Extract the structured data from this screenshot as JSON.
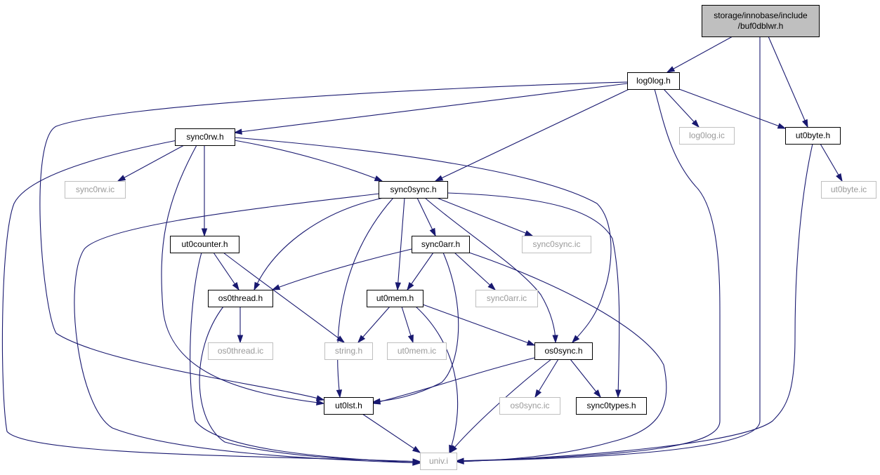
{
  "colors": {
    "edge": "#191970",
    "root_fill": "#bfbfbf",
    "node_fill": "#ffffff",
    "node_stroke": "#000000",
    "missing_stroke": "#bfbfbf",
    "missing_text": "#9a9a9a"
  },
  "nodes": [
    {
      "id": "buf0dblwr",
      "lines": [
        "storage/innobase/include",
        "/buf0dblwr.h"
      ],
      "style": "root"
    },
    {
      "id": "log0log_h",
      "lines": [
        "log0log.h"
      ],
      "style": "normal"
    },
    {
      "id": "sync0rw_h",
      "lines": [
        "sync0rw.h"
      ],
      "style": "normal"
    },
    {
      "id": "log0log_ic",
      "lines": [
        "log0log.ic"
      ],
      "style": "missing"
    },
    {
      "id": "ut0byte_h",
      "lines": [
        "ut0byte.h"
      ],
      "style": "normal"
    },
    {
      "id": "sync0rw_ic",
      "lines": [
        "sync0rw.ic"
      ],
      "style": "missing"
    },
    {
      "id": "sync0sync_h",
      "lines": [
        "sync0sync.h"
      ],
      "style": "normal"
    },
    {
      "id": "ut0byte_ic",
      "lines": [
        "ut0byte.ic"
      ],
      "style": "missing"
    },
    {
      "id": "ut0counter_h",
      "lines": [
        "ut0counter.h"
      ],
      "style": "normal"
    },
    {
      "id": "sync0arr_h",
      "lines": [
        "sync0arr.h"
      ],
      "style": "normal"
    },
    {
      "id": "sync0sync_ic",
      "lines": [
        "sync0sync.ic"
      ],
      "style": "missing"
    },
    {
      "id": "os0thread_h",
      "lines": [
        "os0thread.h"
      ],
      "style": "normal"
    },
    {
      "id": "ut0mem_h",
      "lines": [
        "ut0mem.h"
      ],
      "style": "normal"
    },
    {
      "id": "sync0arr_ic",
      "lines": [
        "sync0arr.ic"
      ],
      "style": "missing"
    },
    {
      "id": "os0thread_ic",
      "lines": [
        "os0thread.ic"
      ],
      "style": "missing"
    },
    {
      "id": "string_h",
      "lines": [
        "string.h"
      ],
      "style": "missing"
    },
    {
      "id": "ut0mem_ic",
      "lines": [
        "ut0mem.ic"
      ],
      "style": "missing"
    },
    {
      "id": "os0sync_h",
      "lines": [
        "os0sync.h"
      ],
      "style": "normal"
    },
    {
      "id": "ut0lst_h",
      "lines": [
        "ut0lst.h"
      ],
      "style": "normal"
    },
    {
      "id": "os0sync_ic",
      "lines": [
        "os0sync.ic"
      ],
      "style": "missing"
    },
    {
      "id": "sync0types_h",
      "lines": [
        "sync0types.h"
      ],
      "style": "normal"
    },
    {
      "id": "univ_i",
      "lines": [
        "univ.i"
      ],
      "style": "missing"
    }
  ],
  "edges": [
    {
      "from": "buf0dblwr",
      "to": "log0log_h"
    },
    {
      "from": "buf0dblwr",
      "to": "univ_i"
    },
    {
      "from": "buf0dblwr",
      "to": "ut0byte_h"
    },
    {
      "from": "log0log_h",
      "to": "ut0lst_h"
    },
    {
      "from": "log0log_h",
      "to": "sync0rw_h"
    },
    {
      "from": "log0log_h",
      "to": "sync0sync_h"
    },
    {
      "from": "log0log_h",
      "to": "log0log_ic"
    },
    {
      "from": "log0log_h",
      "to": "ut0byte_h"
    },
    {
      "from": "log0log_h",
      "to": "univ_i"
    },
    {
      "from": "sync0rw_h",
      "to": "univ_i"
    },
    {
      "from": "sync0rw_h",
      "to": "sync0rw_ic"
    },
    {
      "from": "sync0rw_h",
      "to": "ut0counter_h"
    },
    {
      "from": "sync0rw_h",
      "to": "ut0lst_h"
    },
    {
      "from": "sync0rw_h",
      "to": "sync0sync_h"
    },
    {
      "from": "sync0rw_h",
      "to": "os0sync_h"
    },
    {
      "from": "ut0byte_h",
      "to": "ut0byte_ic"
    },
    {
      "from": "ut0byte_h",
      "to": "univ_i"
    },
    {
      "from": "sync0sync_h",
      "to": "univ_i"
    },
    {
      "from": "sync0sync_h",
      "to": "os0thread_h"
    },
    {
      "from": "sync0sync_h",
      "to": "ut0lst_h"
    },
    {
      "from": "sync0sync_h",
      "to": "ut0mem_h"
    },
    {
      "from": "sync0sync_h",
      "to": "sync0arr_h"
    },
    {
      "from": "sync0sync_h",
      "to": "os0sync_h"
    },
    {
      "from": "sync0sync_h",
      "to": "sync0sync_ic"
    },
    {
      "from": "sync0sync_h",
      "to": "sync0types_h"
    },
    {
      "from": "ut0counter_h",
      "to": "os0thread_h"
    },
    {
      "from": "ut0counter_h",
      "to": "string_h"
    },
    {
      "from": "ut0counter_h",
      "to": "univ_i"
    },
    {
      "from": "sync0arr_h",
      "to": "os0thread_h"
    },
    {
      "from": "sync0arr_h",
      "to": "ut0mem_h"
    },
    {
      "from": "sync0arr_h",
      "to": "sync0arr_ic"
    },
    {
      "from": "sync0arr_h",
      "to": "ut0lst_h"
    },
    {
      "from": "sync0arr_h",
      "to": "univ_i"
    },
    {
      "from": "os0thread_h",
      "to": "os0thread_ic"
    },
    {
      "from": "os0thread_h",
      "to": "univ_i"
    },
    {
      "from": "ut0mem_h",
      "to": "string_h"
    },
    {
      "from": "ut0mem_h",
      "to": "ut0mem_ic"
    },
    {
      "from": "ut0mem_h",
      "to": "os0sync_h"
    },
    {
      "from": "ut0mem_h",
      "to": "univ_i"
    },
    {
      "from": "os0sync_h",
      "to": "ut0lst_h"
    },
    {
      "from": "os0sync_h",
      "to": "os0sync_ic"
    },
    {
      "from": "os0sync_h",
      "to": "sync0types_h"
    },
    {
      "from": "os0sync_h",
      "to": "univ_i"
    },
    {
      "from": "ut0lst_h",
      "to": "univ_i"
    }
  ]
}
